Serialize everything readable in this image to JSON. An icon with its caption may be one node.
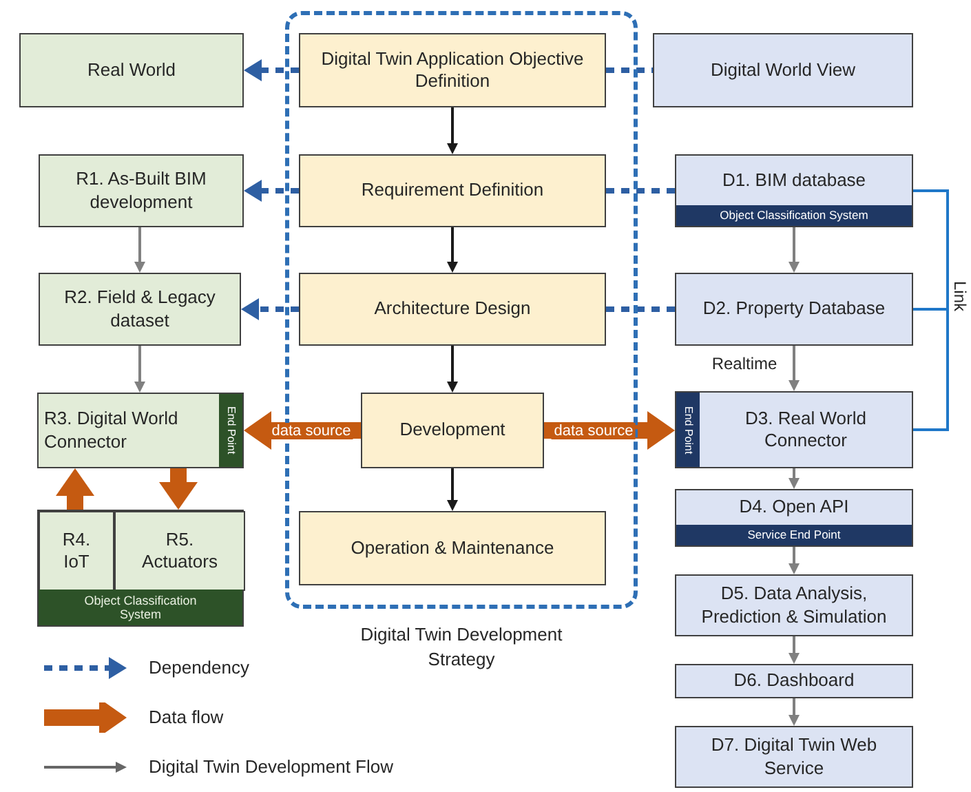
{
  "diagram": {
    "nodes": [
      {
        "text": [
          "Digital Twin Development Strategy"
        ]
      },
      {
        "text": [
          "Digital Twin Application Objective Definition"
        ],
        "in": 0
      },
      {
        "text": [
          "Requirement Definition"
        ],
        "in": 0
      },
      {
        "text": [
          "Architecture Design"
        ],
        "in": 0
      },
      {
        "text": [
          "Development"
        ],
        "in": 0
      },
      {
        "text": [
          "Operation & Maintenance"
        ],
        "in": 0
      },
      {
        "text": [
          "Real World"
        ]
      },
      {
        "text": [
          "R1. As-Built BIM development"
        ]
      },
      {
        "text": [
          "R2. Field & Legacy dataset"
        ]
      },
      {
        "text": [
          "R3. Digital World Connector",
          "End Point"
        ]
      },
      {
        "text": [
          "Object Classification System"
        ]
      },
      {
        "text": [
          "R4. IoT"
        ],
        "in": 10
      },
      {
        "text": [
          "R5. Actuators"
        ],
        "in": 10
      },
      {
        "text": [
          "Digital World View"
        ]
      },
      {
        "text": [
          "D1. BIM database",
          "Object Classification System"
        ]
      },
      {
        "text": [
          "D2. Property Database"
        ]
      },
      {
        "text": [
          "D3. Real World Connector",
          "End Point"
        ]
      },
      {
        "text": [
          "D4. Open API",
          "Service End Point"
        ]
      },
      {
        "text": [
          "D5. Data Analysis, Prediction & Simulation"
        ]
      },
      {
        "text": [
          "D6. Dashboard"
        ]
      },
      {
        "text": [
          "D7. Digital Twin Web Service"
        ]
      }
    ],
    "edges": [
      {
        "from": 1,
        "to": 6,
        "arrow": "to",
        "style": "dashed",
        "color": "#2e5fa3"
      },
      {
        "from": 2,
        "to": 7,
        "arrow": "to",
        "style": "dashed",
        "color": "#2e5fa3"
      },
      {
        "from": 3,
        "to": 8,
        "arrow": "to",
        "style": "dashed",
        "color": "#2e5fa3"
      },
      {
        "from": 1,
        "to": 13,
        "arrow": "none",
        "style": "dashed",
        "color": "#2e5fa3"
      },
      {
        "from": 2,
        "to": 14,
        "arrow": "none",
        "style": "dashed",
        "color": "#2e5fa3"
      },
      {
        "from": 3,
        "to": 15,
        "arrow": "none",
        "style": "dashed",
        "color": "#2e5fa3"
      },
      {
        "from": 1,
        "to": 2,
        "arrow": "to",
        "color": "#1a1a1a"
      },
      {
        "from": 2,
        "to": 3,
        "arrow": "to",
        "color": "#1a1a1a"
      },
      {
        "from": 3,
        "to": 4,
        "arrow": "to",
        "color": "#1a1a1a"
      },
      {
        "from": 4,
        "to": 5,
        "arrow": "to",
        "color": "#1a1a1a"
      },
      {
        "from": 7,
        "to": 8,
        "arrow": "to"
      },
      {
        "from": 8,
        "to": 9,
        "arrow": "to"
      },
      {
        "from": 14,
        "to": 15,
        "arrow": "to"
      },
      {
        "from": 15,
        "to": 16,
        "arrow": "to",
        "label": "Realtime"
      },
      {
        "from": 16,
        "to": 17,
        "arrow": "to"
      },
      {
        "from": 17,
        "to": 18,
        "arrow": "to"
      },
      {
        "from": 18,
        "to": 19,
        "arrow": "to"
      },
      {
        "from": 19,
        "to": 20,
        "arrow": "to"
      },
      {
        "from": 4,
        "to": 9,
        "arrow": "to",
        "label": "data source",
        "style": "thick",
        "color": "#c55a11"
      },
      {
        "from": 4,
        "to": 16,
        "arrow": "to",
        "label": "data source",
        "style": "thick",
        "color": "#c55a11"
      },
      {
        "from": 11,
        "to": 9,
        "arrow": "to",
        "style": "thick",
        "color": "#c55a11"
      },
      {
        "from": 9,
        "to": 12,
        "arrow": "to",
        "style": "thick",
        "color": "#c55a11"
      },
      {
        "from": 14,
        "to": 16,
        "arrow": "none",
        "label": "Link",
        "color": "#1f77c8"
      },
      {
        "from": 15,
        "to": 16,
        "arrow": "none",
        "color": "#1f77c8"
      }
    ],
    "legend": [
      {
        "text": "Dependency"
      },
      {
        "text": "Data flow"
      },
      {
        "text": "Digital Twin Development Flow"
      }
    ]
  }
}
